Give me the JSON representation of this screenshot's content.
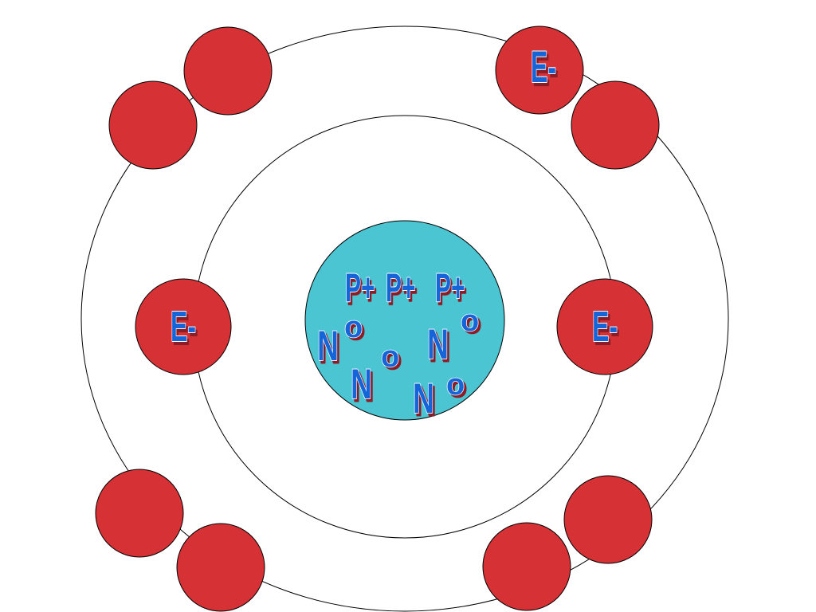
{
  "colors": {
    "background": "#ffffff",
    "orbit_stroke": "#000000",
    "electron_fill": "#d63236",
    "nucleus_fill": "#4cc5d2",
    "label_fill": "#1565d8",
    "label_shadow": "#8c1d27",
    "label_outline": "#ffffff"
  },
  "nucleus": {
    "protons": [
      "P+",
      "P+",
      "P+"
    ],
    "neutrons": [
      "N",
      "N",
      "N",
      "N"
    ],
    "neutron_superscript": "o"
  },
  "electrons": {
    "label": "E-",
    "inner_shell_count": 2,
    "outer_shell_count": 8
  }
}
